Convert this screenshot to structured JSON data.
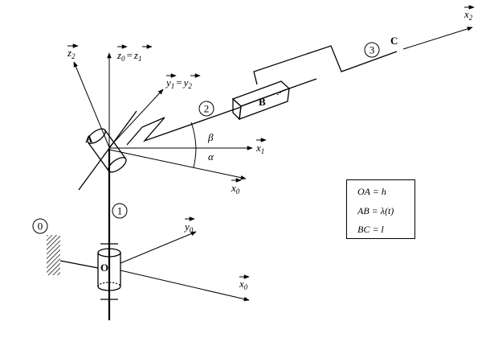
{
  "points": {
    "A": "A",
    "B": "B",
    "C": "C",
    "O": "O"
  },
  "bodies": {
    "b0": "0",
    "b1": "1",
    "b2": "2",
    "b3": "3"
  },
  "angles": {
    "alpha": "α",
    "beta": "β"
  },
  "axes": {
    "x0_upper": {
      "base": "x",
      "sub": "0"
    },
    "x0_lower": {
      "base": "x",
      "sub": "0"
    },
    "y0": {
      "base": "y",
      "sub": "0"
    },
    "x1": {
      "base": "x",
      "sub": "1"
    },
    "x2": {
      "base": "x",
      "sub": "2"
    },
    "z2": {
      "base": "z",
      "sub": "2"
    },
    "z0_eq_z1": {
      "lhs_base": "z",
      "lhs_sub": "0",
      "eq": "=",
      "rhs_base": "z",
      "rhs_sub": "1"
    },
    "y1_eq_y2": {
      "lhs_base": "y",
      "lhs_sub": "1",
      "eq": "=",
      "rhs_base": "y",
      "rhs_sub": "2"
    }
  },
  "legend": {
    "line1": "OA = h",
    "line2": "AB = λ(t)",
    "line3": "BC = l"
  }
}
